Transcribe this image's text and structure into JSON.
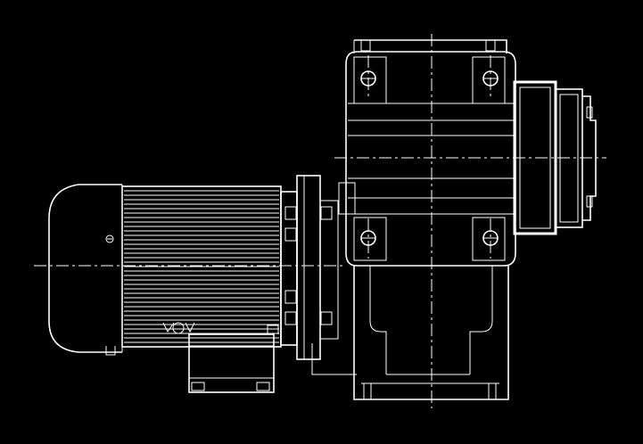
{
  "drawing": {
    "background": "#000000",
    "line_color": "#ffffff",
    "components": [
      "electric-motor",
      "motor-cooling-fins",
      "motor-end-cover",
      "terminal-box",
      "coupling-flange",
      "gearbox-housing",
      "output-shaft-hub"
    ]
  }
}
